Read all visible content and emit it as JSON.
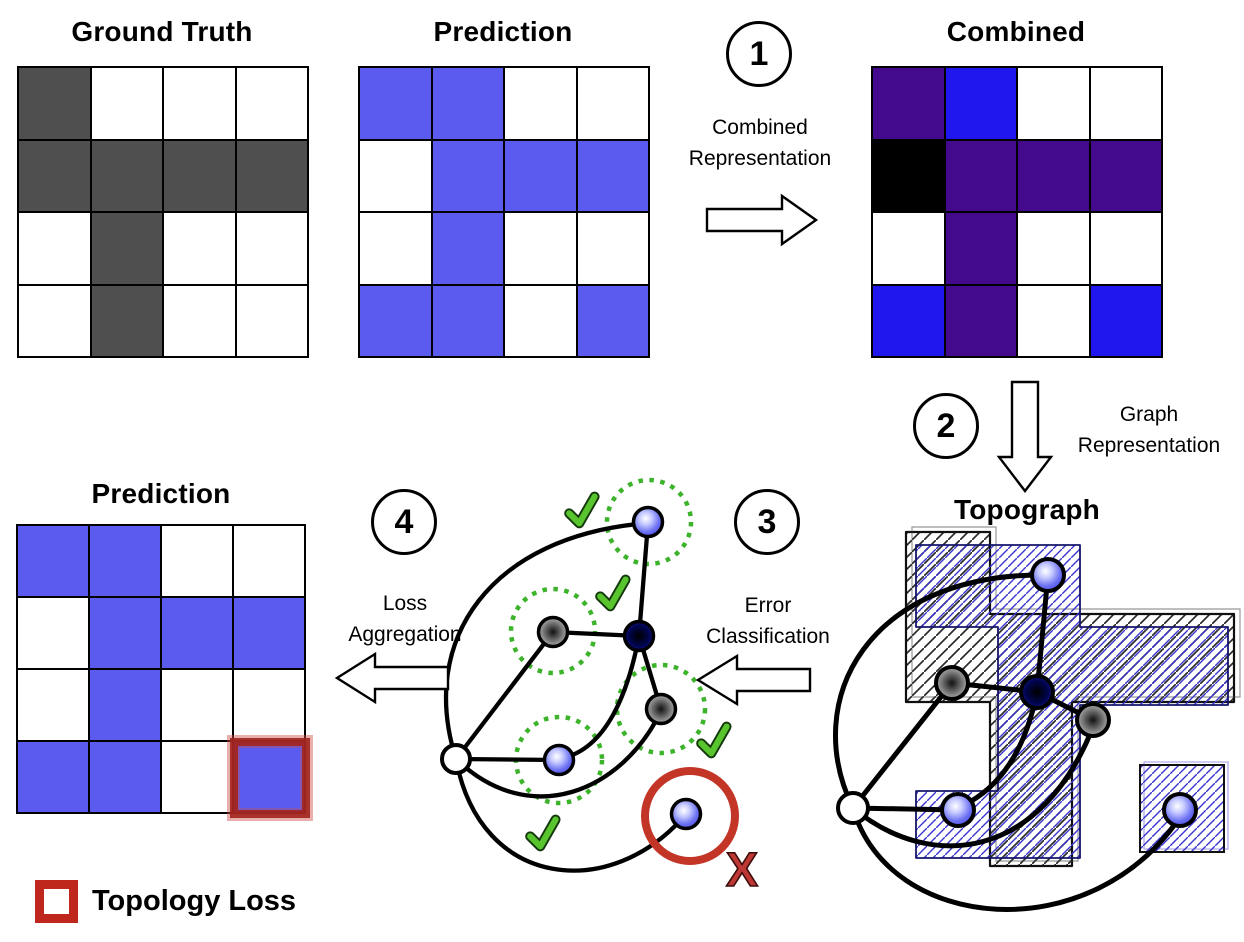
{
  "palette": {
    "gt_fill": "#4f4f4f",
    "pred_fill": "#5b5bef",
    "tp_fill": "#430a8e",
    "fp_fill": "#2016ee",
    "fn_fill": "#000000",
    "empty_fill": "#ffffff",
    "topology_red": "#bf271d",
    "check_green": "#58c42e",
    "dotted_circle_green": "#3db32c",
    "error_circle_red": "#c23527",
    "hatch_blue": "#3c35d0",
    "hatch_gray": "#2b2b2b"
  },
  "titles": {
    "ground_truth": "Ground Truth",
    "prediction_top": "Prediction",
    "combined": "Combined",
    "prediction_final": "Prediction",
    "topograph": "Topograph"
  },
  "grids": {
    "ground_truth": {
      "cells": [
        [
          "gt",
          "empty",
          "empty",
          "empty"
        ],
        [
          "gt",
          "gt",
          "gt",
          "gt"
        ],
        [
          "empty",
          "gt",
          "empty",
          "empty"
        ],
        [
          "empty",
          "gt",
          "empty",
          "empty"
        ]
      ]
    },
    "prediction_top": {
      "cells": [
        [
          "pred",
          "pred",
          "empty",
          "empty"
        ],
        [
          "empty",
          "pred",
          "pred",
          "pred"
        ],
        [
          "empty",
          "pred",
          "empty",
          "empty"
        ],
        [
          "pred",
          "pred",
          "empty",
          "pred"
        ]
      ]
    },
    "combined": {
      "cells": [
        [
          "tp",
          "fp",
          "empty",
          "empty"
        ],
        [
          "fn",
          "tp",
          "tp",
          "tp"
        ],
        [
          "empty",
          "tp",
          "empty",
          "empty"
        ],
        [
          "fp",
          "tp",
          "empty",
          "fp"
        ]
      ]
    },
    "prediction_final": {
      "cells": [
        [
          "pred",
          "pred",
          "empty",
          "empty"
        ],
        [
          "empty",
          "pred",
          "pred",
          "pred"
        ],
        [
          "empty",
          "pred",
          "empty",
          "empty"
        ],
        [
          "pred",
          "pred",
          "empty",
          "pred"
        ]
      ],
      "highlight_cell": {
        "row": 3,
        "col": 3
      }
    }
  },
  "steps": [
    {
      "number": "1",
      "label_lines": [
        "Combined",
        "Representation"
      ]
    },
    {
      "number": "2",
      "label_lines": [
        "Graph",
        "Representation"
      ]
    },
    {
      "number": "3",
      "label_lines": [
        "Error",
        "Classification"
      ]
    },
    {
      "number": "4",
      "label_lines": [
        "Loss",
        "Aggregation"
      ]
    }
  ],
  "legend": {
    "label": "Topology Loss"
  },
  "error_marks": {
    "cross_label": "X"
  }
}
